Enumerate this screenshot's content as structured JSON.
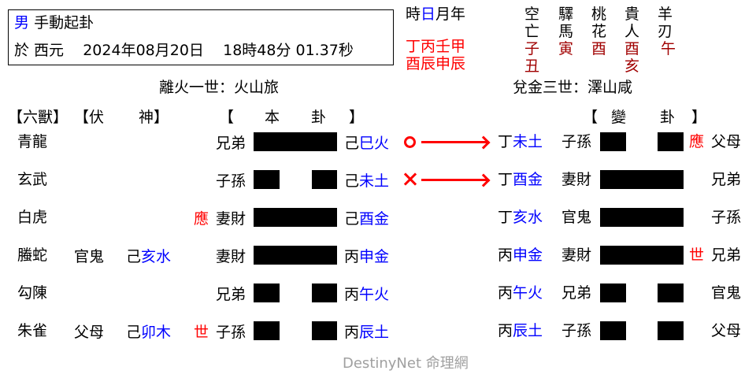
{
  "header": {
    "gender": "男",
    "method": "手動起卦",
    "date_prefix": "於 西元",
    "date": "2024年08月20日",
    "time": "18時48分 01.37秒"
  },
  "pillars": {
    "labels": [
      "時",
      "日",
      "月",
      "年"
    ],
    "stems": "丁丙壬甲",
    "branches": "酉辰申辰"
  },
  "shensha": [
    {
      "top": "空",
      "bottom": "亡",
      "values": [
        "子",
        "丑"
      ]
    },
    {
      "top": "驛",
      "bottom": "馬",
      "values": [
        "寅"
      ]
    },
    {
      "top": "桃",
      "bottom": "花",
      "values": [
        "酉"
      ]
    },
    {
      "top": "貴",
      "bottom": "人",
      "values": [
        "酉",
        "亥"
      ]
    },
    {
      "top": "羊",
      "bottom": "刃",
      "values": [
        "午"
      ]
    }
  ],
  "base_hexagram": {
    "title": "離火一世：火山旅",
    "header": [
      "【",
      "本",
      "卦",
      "】"
    ]
  },
  "changed_hexagram": {
    "title": "兌金三世：澤山咸",
    "header": [
      "【",
      "變",
      "卦",
      "】"
    ]
  },
  "column_headers": {
    "six_beasts": "【六獸】",
    "hidden_god_open": "【伏",
    "hidden_god_close": "神】"
  },
  "colors": {
    "accent_blue": "#0000ff",
    "marker_red": "#ff0000",
    "shensha_red": "#a00000",
    "footer_gray": "#a0a0a0"
  },
  "rows": [
    {
      "beast": "青龍",
      "hidden_relation": "",
      "hidden_stem": "",
      "hidden_branch": "",
      "shi_ying": "",
      "relation": "兄弟",
      "line": "yang",
      "stem": "己",
      "branch": "巳火",
      "moving": "O",
      "changed_stem": "丁",
      "changed_branch": "未土",
      "changed_relation": "子孫",
      "changed_line": "yin",
      "changed_shi_ying": "應",
      "palace_relation": "父母"
    },
    {
      "beast": "玄武",
      "hidden_relation": "",
      "hidden_stem": "",
      "hidden_branch": "",
      "shi_ying": "",
      "relation": "子孫",
      "line": "yin",
      "stem": "己",
      "branch": "未土",
      "moving": "X",
      "changed_stem": "丁",
      "changed_branch": "酉金",
      "changed_relation": "妻財",
      "changed_line": "yang",
      "changed_shi_ying": "",
      "palace_relation": "兄弟"
    },
    {
      "beast": "白虎",
      "hidden_relation": "",
      "hidden_stem": "",
      "hidden_branch": "",
      "shi_ying": "應",
      "relation": "妻財",
      "line": "yang",
      "stem": "己",
      "branch": "酉金",
      "moving": "",
      "changed_stem": "丁",
      "changed_branch": "亥水",
      "changed_relation": "官鬼",
      "changed_line": "yang",
      "changed_shi_ying": "",
      "palace_relation": "子孫"
    },
    {
      "beast": "螣蛇",
      "hidden_relation": "官鬼",
      "hidden_stem": "己",
      "hidden_branch": "亥水",
      "shi_ying": "",
      "relation": "妻財",
      "line": "yang",
      "stem": "丙",
      "branch": "申金",
      "moving": "",
      "changed_stem": "丙",
      "changed_branch": "申金",
      "changed_relation": "妻財",
      "changed_line": "yang",
      "changed_shi_ying": "世",
      "palace_relation": "兄弟"
    },
    {
      "beast": "勾陳",
      "hidden_relation": "",
      "hidden_stem": "",
      "hidden_branch": "",
      "shi_ying": "",
      "relation": "兄弟",
      "line": "yin",
      "stem": "丙",
      "branch": "午火",
      "moving": "",
      "changed_stem": "丙",
      "changed_branch": "午火",
      "changed_relation": "兄弟",
      "changed_line": "yin",
      "changed_shi_ying": "",
      "palace_relation": "官鬼"
    },
    {
      "beast": "朱雀",
      "hidden_relation": "父母",
      "hidden_stem": "己",
      "hidden_branch": "卯木",
      "shi_ying": "世",
      "relation": "子孫",
      "line": "yin",
      "stem": "丙",
      "branch": "辰土",
      "moving": "",
      "changed_stem": "丙",
      "changed_branch": "辰土",
      "changed_relation": "子孫",
      "changed_line": "yin",
      "changed_shi_ying": "",
      "palace_relation": "父母"
    }
  ],
  "footer": {
    "brand": "DestinyNet 命理網"
  }
}
